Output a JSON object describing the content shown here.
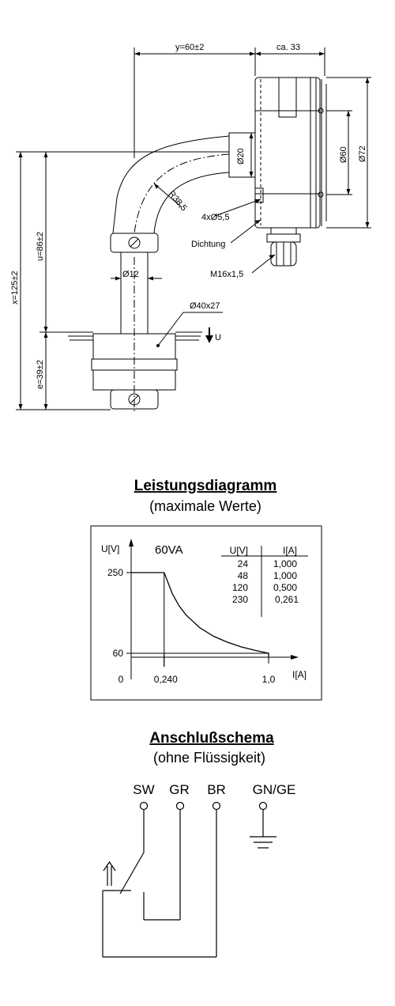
{
  "drawing": {
    "dims": {
      "y": "y=60±2",
      "ca": "ca. 33",
      "d72": "Ø72",
      "d60": "Ø60",
      "d20": "Ø20",
      "r38": "R38,5",
      "holes": "4xØ5,5",
      "seal": "Dichtung",
      "thread": "M16x1,5",
      "d12": "Ø12",
      "float": "Ø40x27",
      "x": "x=125±2",
      "u": "u=86±2",
      "e": "e=39±2",
      "U": "U"
    }
  },
  "leistung": {
    "title": "Leistungsdiagramm",
    "subtitle": "(maximale Werte)",
    "power": "60VA",
    "ylabel": "U[V]",
    "xlabel": "I[A]",
    "origin": "0",
    "table": {
      "headers": [
        "U[V]",
        "I[A]"
      ],
      "rows": [
        [
          "24",
          "1,000"
        ],
        [
          "48",
          "1,000"
        ],
        [
          "120",
          "0,500"
        ],
        [
          "230",
          "0,261"
        ]
      ]
    }
  },
  "chart_data": {
    "type": "line",
    "ylabel": "U[V]",
    "xlabel": "I[A]",
    "ytick_labels": [
      "250",
      "60"
    ],
    "xtick_labels": [
      "0,240",
      "1,0"
    ],
    "series": [
      {
        "x": [
          0.0,
          0.24,
          0.3,
          0.35,
          0.4,
          0.5,
          0.6,
          0.7,
          0.8,
          0.9,
          1.0
        ],
        "y": [
          250,
          250,
          200,
          171,
          150,
          120,
          100,
          86,
          75,
          67,
          60
        ]
      }
    ]
  },
  "anschluss": {
    "title": "Anschlußschema",
    "subtitle": "(ohne Flüssigkeit)",
    "terminals": [
      "SW",
      "GR",
      "BR",
      "GN/GE"
    ]
  }
}
